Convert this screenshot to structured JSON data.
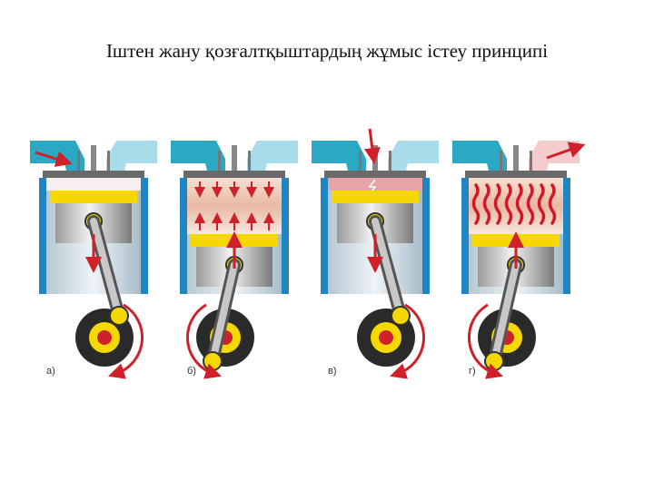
{
  "title": "Іштен жану қозғалтқыштардың жұмыс істеу принципі",
  "strokes": [
    {
      "label": "а)",
      "piston": "top",
      "crank": "up",
      "intakeOpen": true,
      "exhaustOpen": false,
      "chamber": "charge",
      "crankDir": "cw"
    },
    {
      "label": "б)",
      "piston": "bottom",
      "crank": "down",
      "intakeOpen": false,
      "exhaustOpen": false,
      "chamber": "compress",
      "crankDir": "ccw"
    },
    {
      "label": "в)",
      "piston": "top",
      "crank": "up",
      "intakeOpen": false,
      "exhaustOpen": false,
      "chamber": "spark",
      "crankDir": "cw"
    },
    {
      "label": "г)",
      "piston": "bottom",
      "crank": "down",
      "intakeOpen": false,
      "exhaustOpen": true,
      "chamber": "burn",
      "crankDir": "ccw"
    }
  ],
  "colors": {
    "port": "#2aa8c4",
    "portLight": "#a9dcea",
    "wall": "#1f86c2",
    "head": "#6a6a6a",
    "ring": "#f5d800",
    "pistonLight": "#e8e8e8",
    "pistonDark": "#8a8a8a",
    "arrow": "#d0202a",
    "flywheel": "#2a2a2a",
    "pin": "#f5d800",
    "gas": "#f3d3c4",
    "flame": "#d01828"
  }
}
